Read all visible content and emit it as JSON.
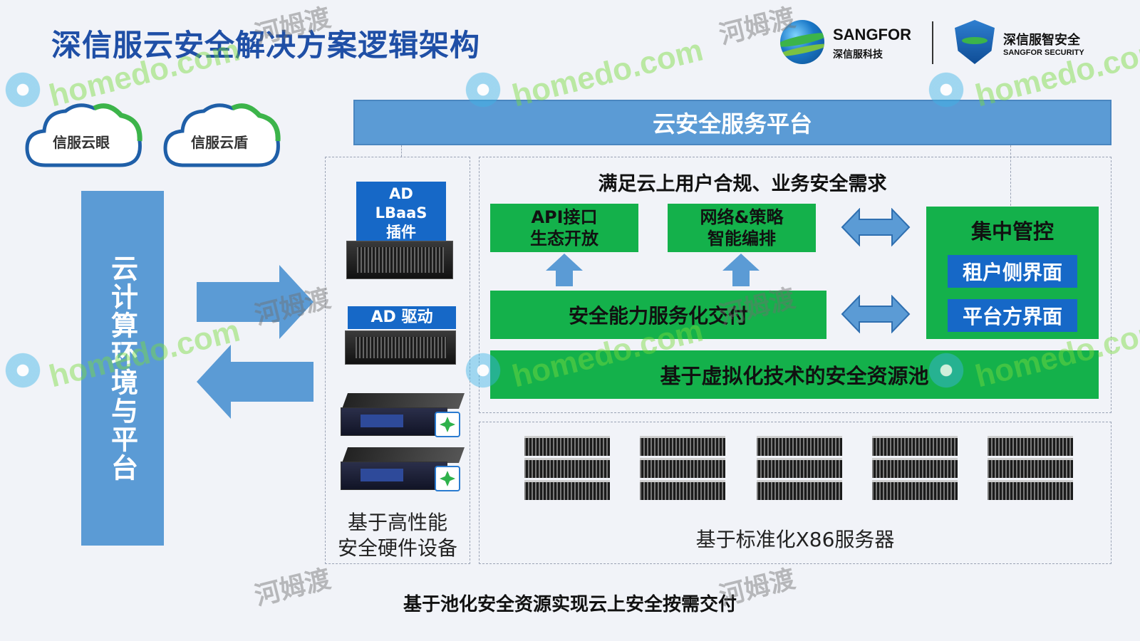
{
  "title": "深信服云安全解决方案逻辑架构",
  "logos": {
    "sangfor_en": "SANGFOR",
    "sangfor_cn": "深信服科技",
    "security_cn": "深信服智安全",
    "security_en": "SANGFOR SECURITY"
  },
  "clouds": [
    "信服云眼",
    "信服云盾"
  ],
  "left_platform": "云计算环境与平台",
  "service_platform": "云安全服务平台",
  "hardware": {
    "ad_lbaas": "AD\nLBaaS\n插件",
    "ad_driver": "AD 驱动",
    "caption": "基于高性能\n安全硬件设备"
  },
  "software": {
    "heading": "满足云上用户合规、业务安全需求",
    "api": "API接口\n生态开放",
    "network": "网络&策略\n智能编排",
    "capability": "安全能力服务化交付",
    "pool": "基于虚拟化技术的安全资源池",
    "central": "集中管控",
    "tenant": "租户侧界面",
    "platform_ui": "平台方界面",
    "x86_caption": "基于标准化X86服务器"
  },
  "bottom": "基于池化安全资源实现云上安全按需交付",
  "watermark": {
    "en": "homedo.com",
    "cn": "河姆渡"
  },
  "colors": {
    "title": "#1f4fa6",
    "blue_bar": "#5b9bd5",
    "green": "#14b14b",
    "dark_blue": "#1668c7"
  }
}
